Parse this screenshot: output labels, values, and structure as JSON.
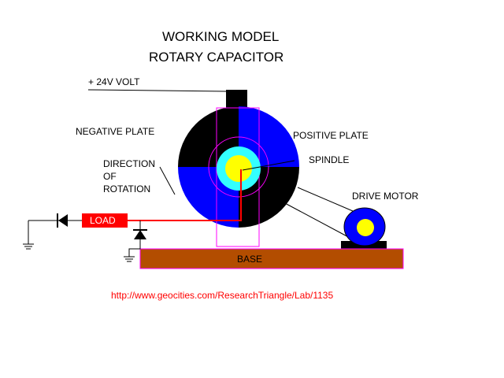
{
  "title": {
    "line1": "WORKING MODEL",
    "line2": "ROTARY CAPACITOR"
  },
  "labels": {
    "voltage": "+ 24V VOLT",
    "negative_plate": "NEGATIVE PLATE",
    "positive_plate": "POSITIVE PLATE",
    "spindle": "SPINDLE",
    "direction_line1": "DIRECTION",
    "direction_line2": "OF",
    "direction_line3": "ROTATION",
    "drive_motor": "DRIVE MOTOR",
    "load": "LOAD",
    "base": "BASE"
  },
  "url": "http://www.geocities.com/ResearchTriangle/Lab/1135",
  "colors": {
    "positive_plate": "#0000ff",
    "negative_plate": "#000000",
    "spindle_outer": "#33ffff",
    "spindle_inner": "#ffff00",
    "ring_outline": "#ff00ff",
    "wire_red": "#ff0000",
    "base": "#b34d00",
    "load_box": "#ff0000",
    "url_text": "#ff0000",
    "motor_body": "#0000ff",
    "motor_core": "#ffff00"
  }
}
